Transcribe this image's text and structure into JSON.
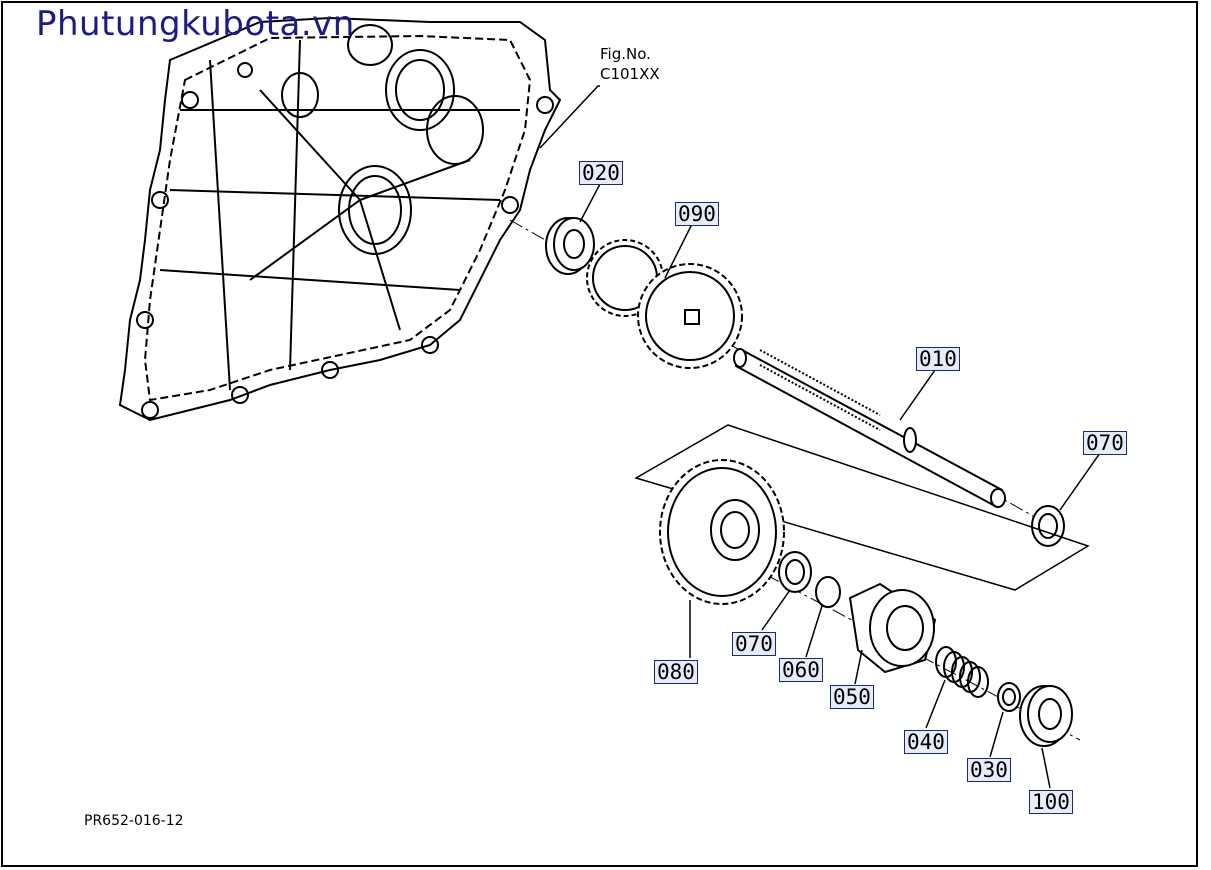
{
  "watermark": "Phutungkubota.vn",
  "figure": {
    "line1": "Fig.No.",
    "line2": "C101XX"
  },
  "drawing_number": "PR652-016-12",
  "callouts": {
    "c020": "020",
    "c090": "090",
    "c010": "010",
    "c070a": "070",
    "c070b": "070",
    "c060": "060",
    "c080": "080",
    "c050": "050",
    "c040": "040",
    "c030": "030",
    "c100": "100"
  },
  "colors": {
    "watermark": "#1a1a8c",
    "label_bg": "#e8ecf8",
    "label_border": "#1a2a7a",
    "line": "#000000"
  }
}
